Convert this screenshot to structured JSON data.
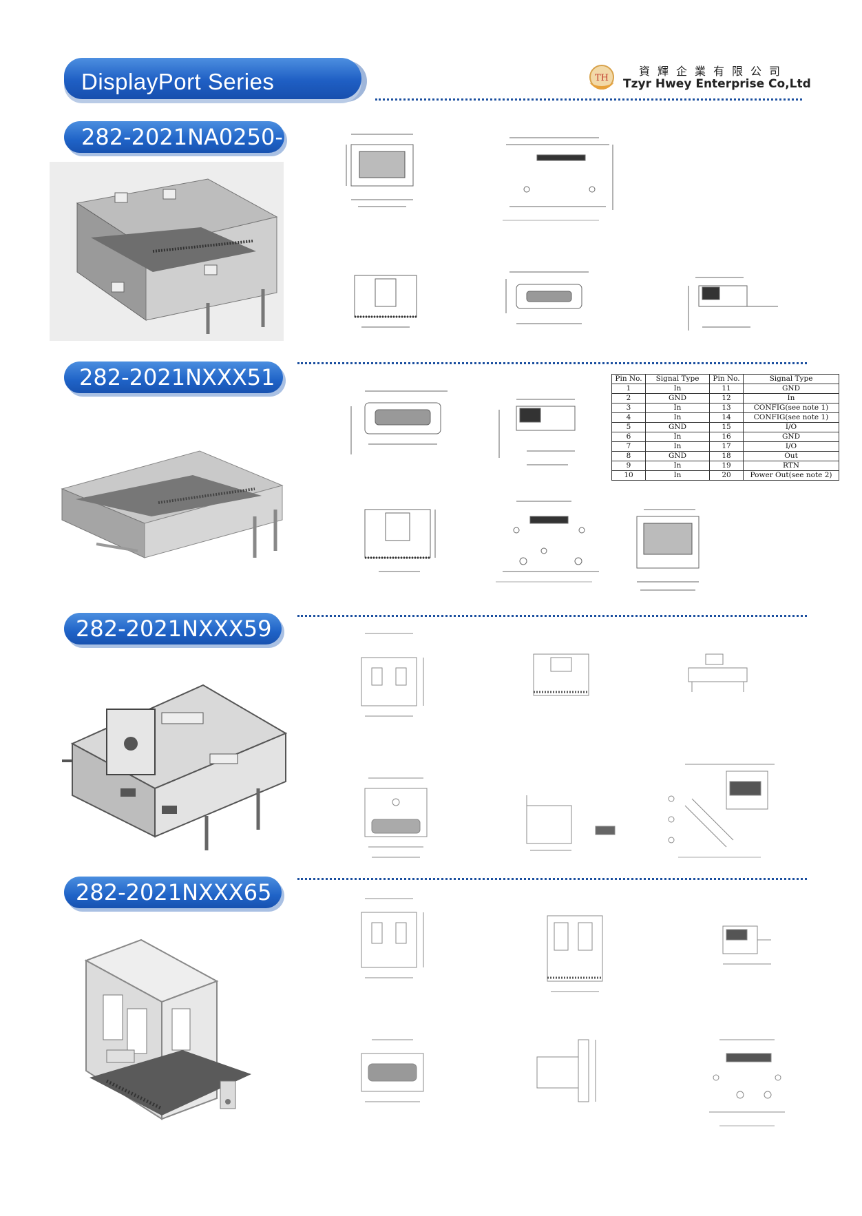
{
  "header": {
    "series_title": "DisplayPort Series",
    "company_zh": "資輝企業有限公司",
    "company_en": "Tzyr Hwey Enterprise Co,Ltd",
    "brand_color": "#1f5fc4"
  },
  "sections": [
    {
      "part_number": "282-2021NA0250-"
    },
    {
      "part_number": "282-2021NXXX51"
    },
    {
      "part_number": "282-2021NXXX59"
    },
    {
      "part_number": "282-2021NXXX65"
    }
  ],
  "pin_table": {
    "headers": [
      "Pin No.",
      "Signal Type",
      "Pin No.",
      "Signal Type"
    ],
    "rows": [
      [
        "1",
        "In",
        "11",
        "GND"
      ],
      [
        "2",
        "GND",
        "12",
        "In"
      ],
      [
        "3",
        "In",
        "13",
        "CONFIG(see note 1)"
      ],
      [
        "4",
        "In",
        "14",
        "CONFIG(see note 1)"
      ],
      [
        "5",
        "GND",
        "15",
        "I/O"
      ],
      [
        "6",
        "In",
        "16",
        "GND"
      ],
      [
        "7",
        "In",
        "17",
        "I/O"
      ],
      [
        "8",
        "GND",
        "18",
        "Out"
      ],
      [
        "9",
        "In",
        "19",
        "RTN"
      ],
      [
        "10",
        "In",
        "20",
        "Power Out(see note 2)"
      ]
    ]
  }
}
